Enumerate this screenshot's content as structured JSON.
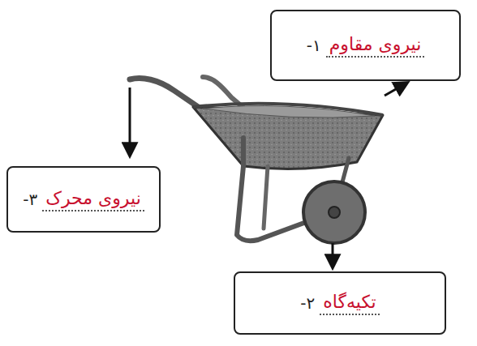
{
  "diagram": {
    "nodes": [
      {
        "text": [
          "۱-",
          "نیروی مقاوم"
        ]
      },
      {
        "text": [
          "۲-",
          "تکیه‌گاه"
        ]
      },
      {
        "text": [
          "۳-",
          "نیروی محرک"
        ]
      }
    ]
  }
}
